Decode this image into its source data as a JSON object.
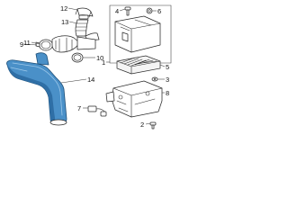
{
  "callouts": [
    {
      "id": "c12",
      "text": "12"
    },
    {
      "id": "c13",
      "text": "13"
    },
    {
      "id": "c11",
      "text": "11"
    },
    {
      "id": "c9",
      "text": "9"
    },
    {
      "id": "c10",
      "text": "10"
    },
    {
      "id": "c14",
      "text": "14"
    },
    {
      "id": "c4",
      "text": "4"
    },
    {
      "id": "c6",
      "text": "6"
    },
    {
      "id": "c1",
      "text": "1"
    },
    {
      "id": "c5",
      "text": "5"
    },
    {
      "id": "c3",
      "text": "3"
    },
    {
      "id": "c8",
      "text": "8"
    },
    {
      "id": "c7",
      "text": "7"
    },
    {
      "id": "c2",
      "text": "2"
    }
  ],
  "colors": {
    "line": "#2a2a2a",
    "duct": "#4a90c8",
    "duct_dark": "#1e4f78",
    "background": "#ffffff"
  }
}
